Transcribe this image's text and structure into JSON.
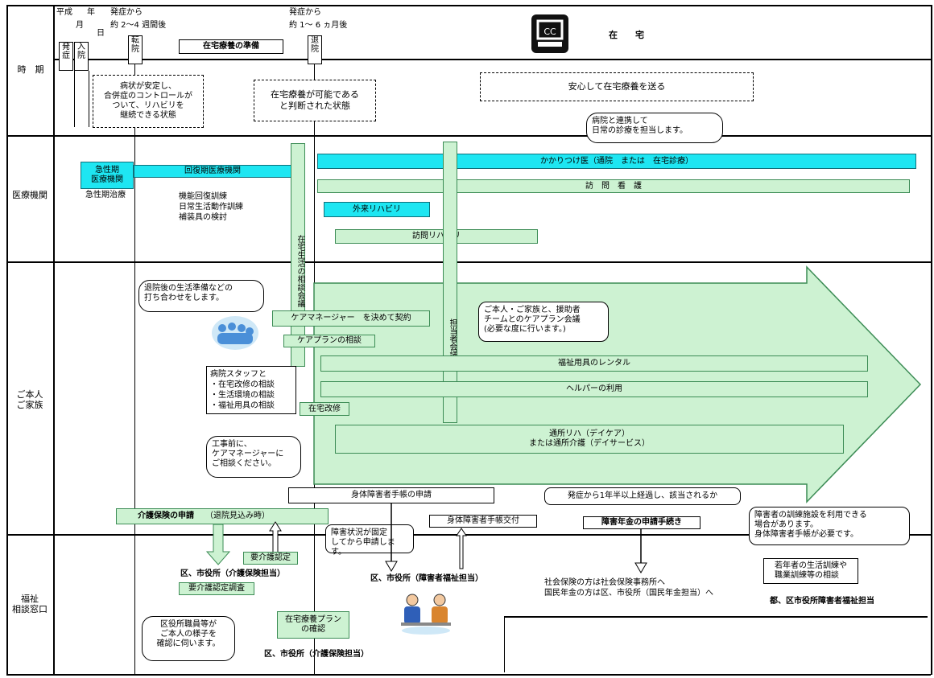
{
  "rows": {
    "period": "時　期",
    "medical": "医療機関",
    "family": "ご本人\nご家族",
    "welfare": "福祉\n相談窓口"
  },
  "timeline": {
    "era": "平成",
    "year": "年",
    "month": "月",
    "day": "日",
    "onset1": "発症から",
    "weeks": "約 2〜4 週間後",
    "onset2": "発症から",
    "months": "約 1〜 6 ヵ月後",
    "home_title": "在　　宅",
    "hospital_days": [
      "発症",
      "入院"
    ],
    "transfer": "転院",
    "discharge": "退院"
  },
  "period_notes": {
    "prep": "在宅療養の準備",
    "stable": "病状が安定し、\n合併症のコントロールが\nついて、リハビリを\n継続できる状態",
    "judged": "在宅療養が可能である\nと判断された状態",
    "safe": "安心して在宅療養を送る"
  },
  "medical": {
    "note": "病院と連携して\n日常の診療を担当します。",
    "acute": "急性期\n医療機関",
    "acute_sub": "急性期治療",
    "rehab_hospital": "回復期医療機関",
    "rehab_items": "機能回復訓練\n日常生活動作訓練\n補装具の検討",
    "family_doctor": "かかりつけ医（通院　または　在宅診療）",
    "home_nursing": "訪　問　看　護",
    "outpatient_rehab": "外来リハビリ",
    "home_rehab": "訪問リハビリ"
  },
  "vertical": {
    "home_consult": "在宅生活の相談会議",
    "team_meeting": "担当者会議"
  },
  "family": {
    "bubble_pre": "退院後の生活準備などの\n打ち合わせをします。",
    "care_manager": "ケアマネージャー　を決めて契約",
    "care_manager_bold": "ケアマネージャー",
    "care_plan": "ケアプランの相談",
    "staff_box": "病院スタッフと\n・在宅改修の相談\n・生活環境の相談\n・福祉用具の相談",
    "home_renovation": "在宅改修",
    "bubble_work": "工事前に、\nケアマネージャーに\nご相談ください。",
    "bubble_careplan": "ご本人・ご家族と、援助者\nチームとのケアプラン会議\n(必要な度に行います。)",
    "welfare_rental": "福祉用具のレンタル",
    "helper": "ヘルパーの利用",
    "day_care": "通所リハ（デイケア）\nまたは通所介護（デイサービス）"
  },
  "welfare": {
    "ltc_apply": "介護保険の申請",
    "ltc_apply_note": "（退院見込み時）",
    "ltc_cert": "要介護認定",
    "ltc_office": "区、市役所（介護保険担当）",
    "survey": "要介護認定調査",
    "bubble_survey": "区役所職員等が\nご本人の様子を\n確認に伺います。",
    "home_plan": "在宅療養プラン\nの確認",
    "ltc_office2": "区、市役所（介護保険担当）",
    "disability_apply": "身体障害者手帳の申請",
    "bubble_fixed": "障害状況が固定\nしてから申請します。",
    "disability_issue": "身体障害者手帳交付",
    "disability_office": "区、市役所（障害者福祉担当）",
    "bubble_pension": "発症から1年半以上経過し、該当されるか",
    "pension_apply": "障害年金の申請手続き",
    "pension_dest": "社会保険の方は社会保険事務所へ\n国民年金の方は区、市役所（国民年金担当）へ",
    "bubble_facility": "障害者の訓練施設を利用できる\n場合があります。\n身体障害者手帳が必要です。",
    "youth_consult": "若年者の生活訓練や\n職業訓練等の相談",
    "facility_office": "都、区市役所障害者福祉担当"
  },
  "colors": {
    "cyan": "#1ee6f2",
    "green": "#cdf2d2",
    "arrow": "#cdf2d2"
  }
}
